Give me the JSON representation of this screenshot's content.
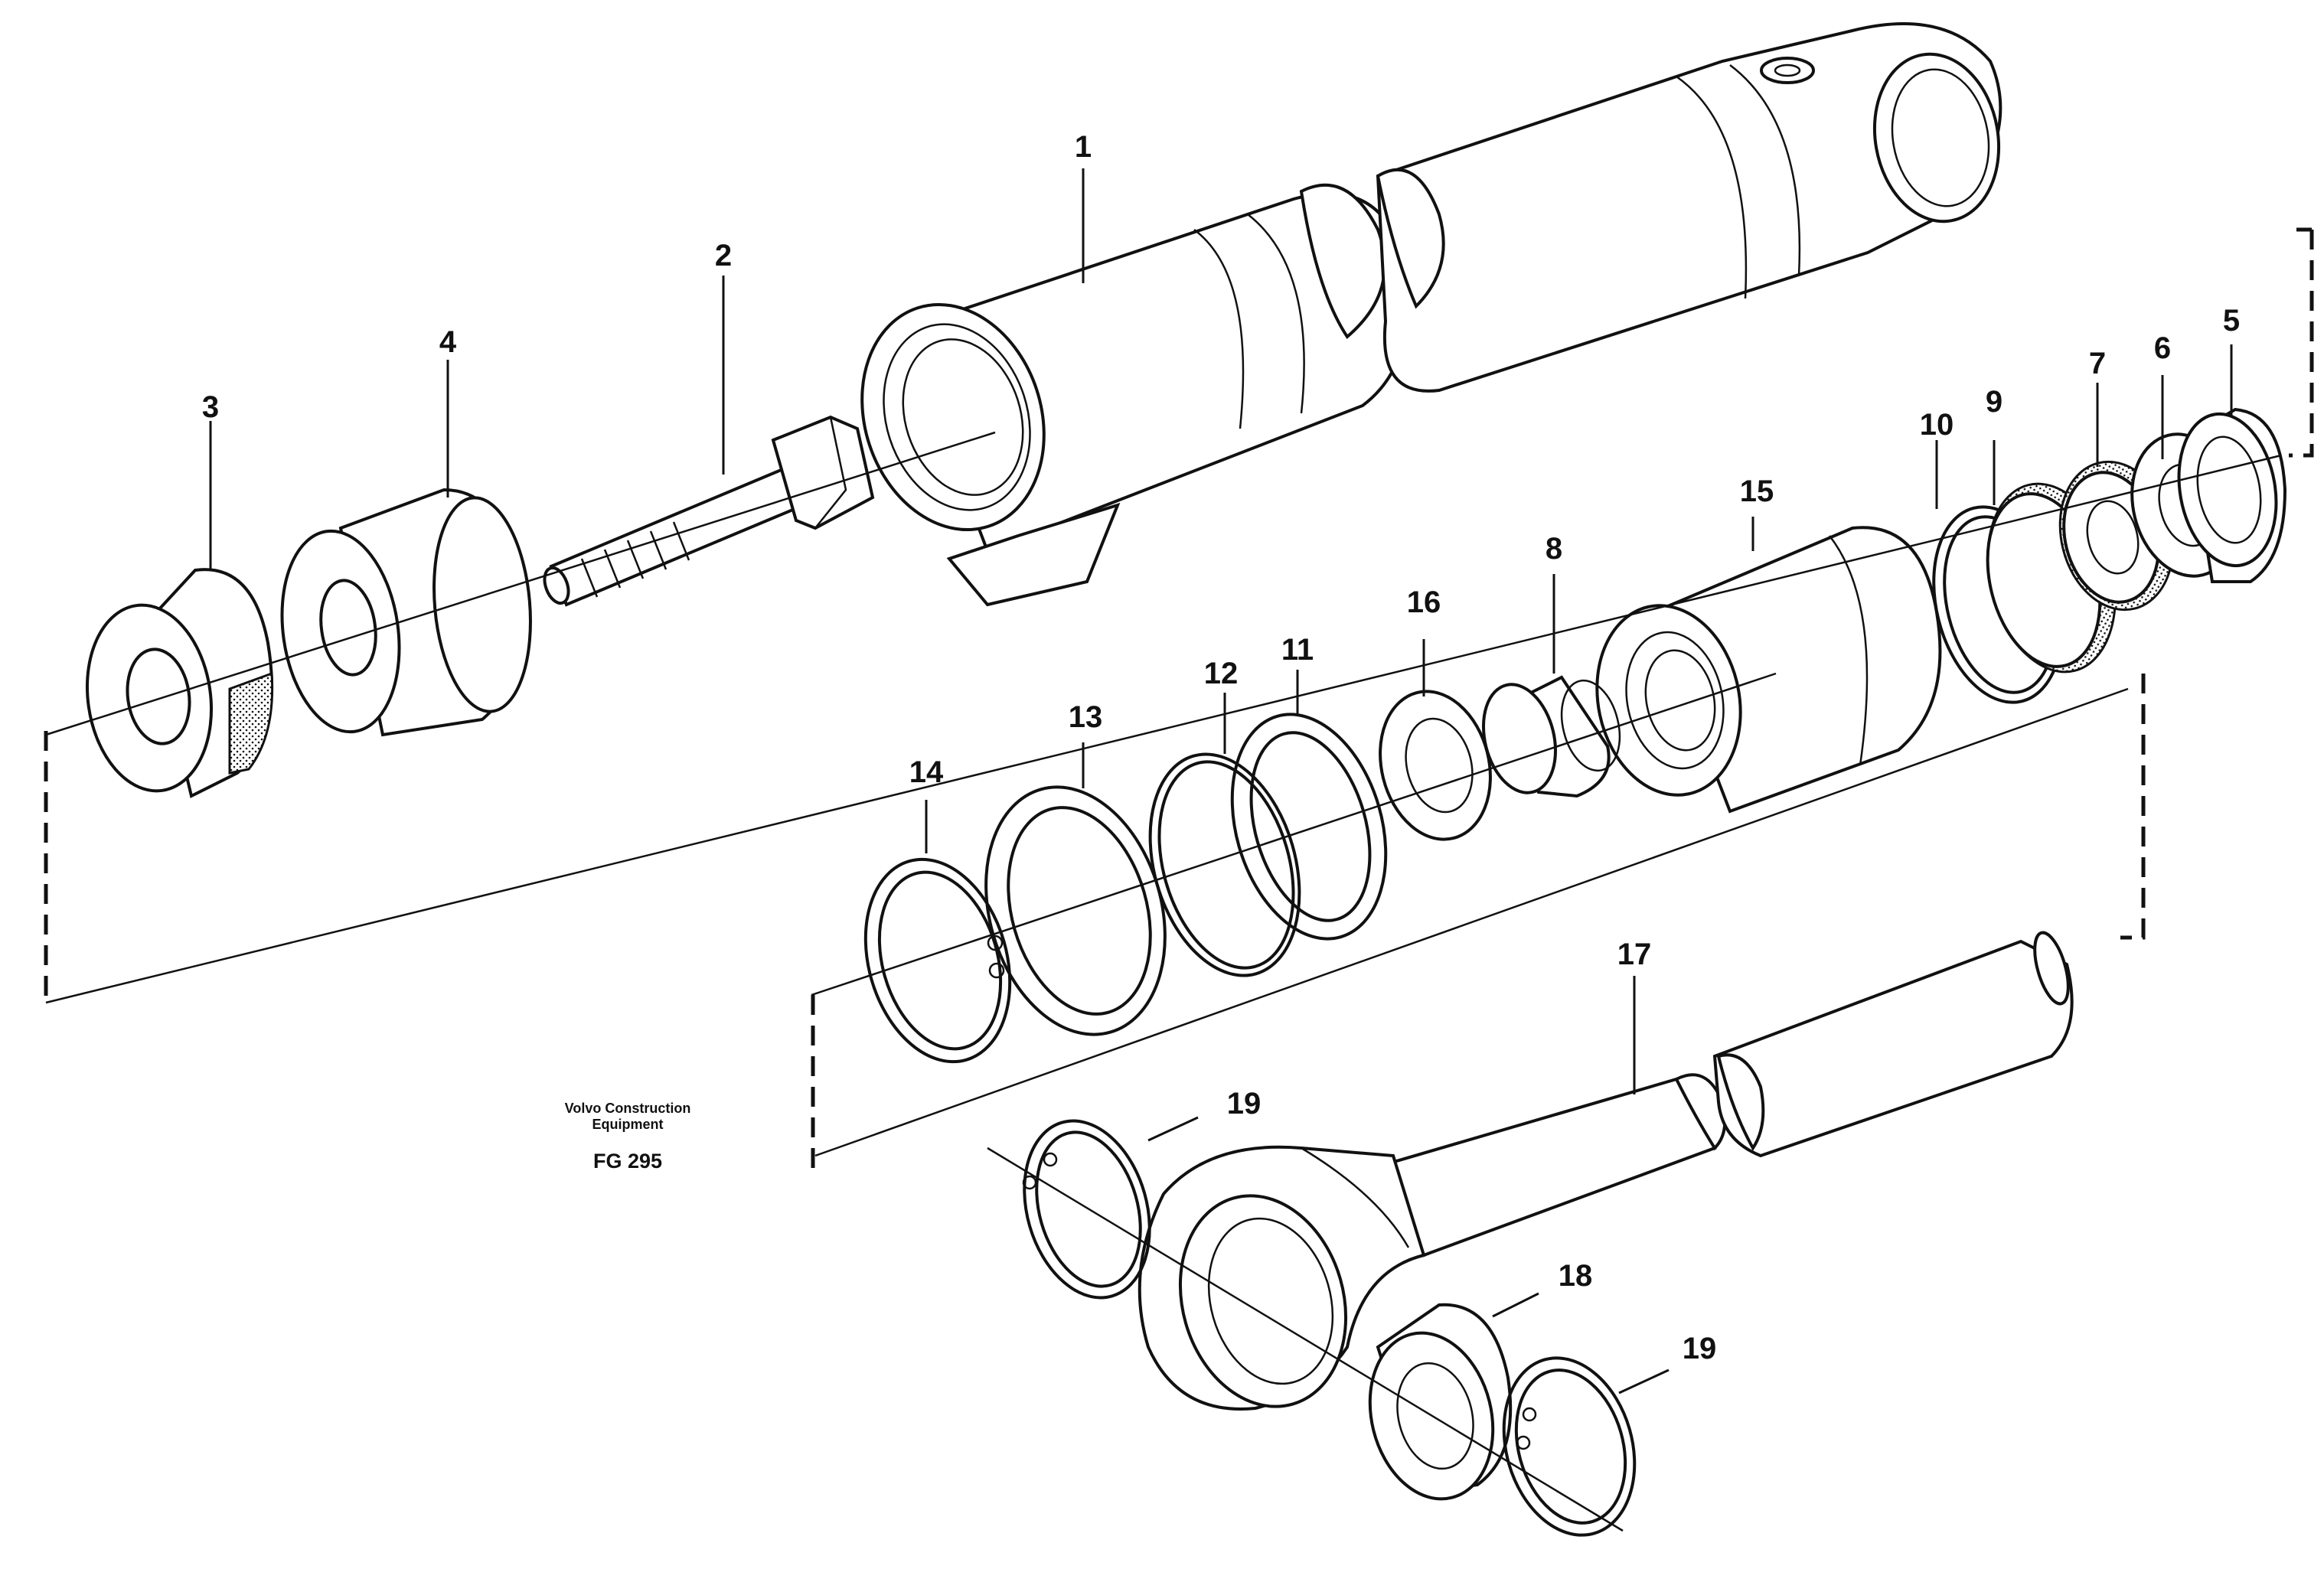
{
  "figure": {
    "brand_line1": "Volvo Construction",
    "brand_line2": "Equipment",
    "figure_id": "FG 295"
  },
  "callouts": [
    {
      "id": "p1",
      "label": "1"
    },
    {
      "id": "p2",
      "label": "2"
    },
    {
      "id": "p3",
      "label": "3"
    },
    {
      "id": "p4",
      "label": "4"
    },
    {
      "id": "p5",
      "label": "5"
    },
    {
      "id": "p6",
      "label": "6"
    },
    {
      "id": "p7",
      "label": "7"
    },
    {
      "id": "p8",
      "label": "8"
    },
    {
      "id": "p9",
      "label": "9"
    },
    {
      "id": "p10",
      "label": "10"
    },
    {
      "id": "p11",
      "label": "11"
    },
    {
      "id": "p12",
      "label": "12"
    },
    {
      "id": "p13",
      "label": "13"
    },
    {
      "id": "p14",
      "label": "14"
    },
    {
      "id": "p15",
      "label": "15"
    },
    {
      "id": "p16",
      "label": "16"
    },
    {
      "id": "p17",
      "label": "17"
    },
    {
      "id": "p18",
      "label": "18"
    },
    {
      "id": "p19a",
      "label": "19"
    },
    {
      "id": "p19b",
      "label": "19"
    }
  ]
}
